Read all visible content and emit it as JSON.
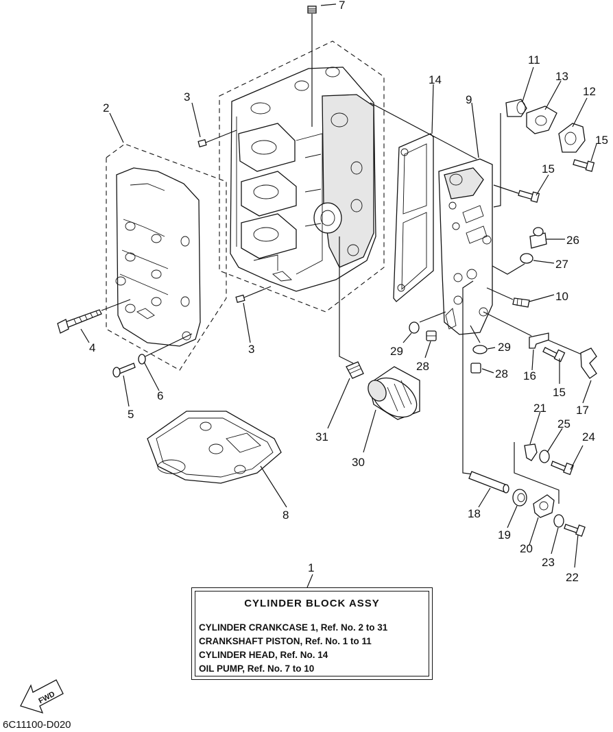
{
  "callouts": {
    "c1": "1",
    "c2": "2",
    "c3a": "3",
    "c3b": "3",
    "c4": "4",
    "c5": "5",
    "c6": "6",
    "c7": "7",
    "c8": "8",
    "c9": "9",
    "c10": "10",
    "c11": "11",
    "c12": "12",
    "c13": "13",
    "c14": "14",
    "c15a": "15",
    "c15b": "15",
    "c15c": "15",
    "c16": "16",
    "c17": "17",
    "c18": "18",
    "c19": "19",
    "c20": "20",
    "c21": "21",
    "c22": "22",
    "c23": "23",
    "c24": "24",
    "c25": "25",
    "c26": "26",
    "c27": "27",
    "c28a": "28",
    "c28b": "28",
    "c29a": "29",
    "c29b": "29",
    "c30": "30",
    "c31": "31"
  },
  "assy": {
    "title": "CYLINDER BLOCK ASSY",
    "lines": [
      "CYLINDER CRANKCASE 1, Ref. No. 2 to 31",
      "CRANKSHAFT PISTON,   Ref. No. 1 to 11",
      "CYLINDER HEAD,  Ref. No. 14",
      "OIL PUMP,   Ref. No. 7 to 10"
    ]
  },
  "fwd_label": "FWD",
  "diagram_code": "6C11100-D020"
}
